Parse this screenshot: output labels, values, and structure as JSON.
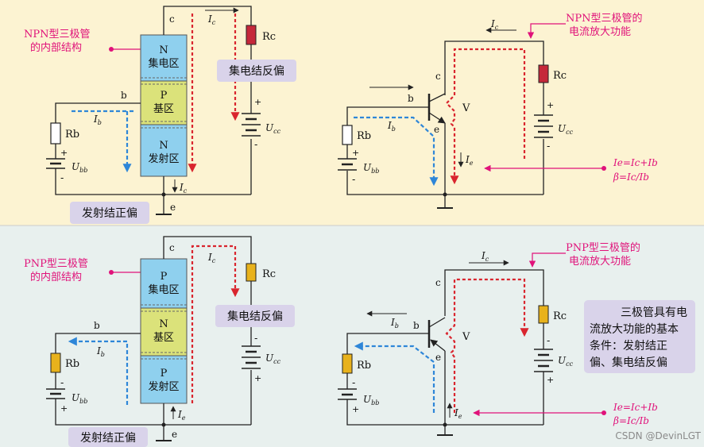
{
  "colors": {
    "top_bg": "#fcf3d2",
    "bottom_bg": "#e8f0ee",
    "n_region": "#8fd0ee",
    "p_region": "#dbe27a",
    "rc_top": "#c5283a",
    "rc_bottom": "#e8b21c",
    "annotation": "#e0127a",
    "current_dashed_blue": "#2e86d8",
    "current_dashed_red": "#d9252e",
    "label_box": "#d9d3ea",
    "wire": "#222222"
  },
  "npn": {
    "title_line1": "NPN型三极管",
    "title_line2": "的内部结构",
    "region_c_type": "N",
    "region_c_name": "集电区",
    "region_b_type": "P",
    "region_b_name": "基区",
    "region_e_type": "N",
    "region_e_name": "发射区",
    "label_c": "c",
    "label_b": "b",
    "label_e": "e",
    "ic": "I",
    "ic_sub": "c",
    "ib": "I",
    "ib_sub": "b",
    "rc": "Rc",
    "rb": "Rb",
    "ucc": "U",
    "ucc_sub": "cc",
    "ubb": "U",
    "ubb_sub": "bb",
    "reverse_bias": "集电结反偏",
    "forward_bias": "发射结正偏",
    "plus": "+",
    "minus": "-"
  },
  "npn_amp": {
    "title_line1": "NPN型三极管的",
    "title_line2": "电流放大功能",
    "label_c": "c",
    "label_b": "b",
    "label_e": "e",
    "label_v": "V",
    "ic": "I",
    "ic_sub": "c",
    "ib": "I",
    "ib_sub": "b",
    "ie": "I",
    "ie_sub": "e",
    "rc": "Rc",
    "rb": "Rb",
    "ucc": "U",
    "ucc_sub": "cc",
    "ubb": "U",
    "ubb_sub": "bb",
    "formula1": "Ie=Ic+Ib",
    "formula2": "β=Ic/Ib",
    "plus": "+",
    "minus": "-"
  },
  "pnp": {
    "title_line1": "PNP型三极管",
    "title_line2": "的内部结构",
    "region_c_type": "P",
    "region_c_name": "集电区",
    "region_b_type": "N",
    "region_b_name": "基区",
    "region_e_type": "P",
    "region_e_name": "发射区",
    "label_c": "c",
    "label_b": "b",
    "label_e": "e",
    "ic": "I",
    "ic_sub": "c",
    "ib": "I",
    "ib_sub": "b",
    "ie": "I",
    "ie_sub": "e",
    "rc": "Rc",
    "rb": "Rb",
    "ucc": "U",
    "ucc_sub": "cc",
    "ubb": "U",
    "ubb_sub": "bb",
    "reverse_bias": "集电结反偏",
    "forward_bias": "发射结正偏",
    "plus": "+",
    "minus": "-"
  },
  "pnp_amp": {
    "title_line1": "PNP型三极管的",
    "title_line2": "电流放大功能",
    "label_c": "c",
    "label_b": "b",
    "label_e": "e",
    "label_v": "V",
    "ic": "I",
    "ic_sub": "c",
    "ib": "I",
    "ib_sub": "b",
    "ie": "I",
    "ie_sub": "e",
    "rc": "Rc",
    "rb": "Rb",
    "ucc": "U",
    "ucc_sub": "cc",
    "ubb": "U",
    "ubb_sub": "bb",
    "formula1": "Ie=Ic+Ib",
    "formula2": "β=Ic/Ib",
    "note_line1": "三极管具有电",
    "note_line2": "流放大功能的基本",
    "note_line3": "条件：发射结正",
    "note_line4": "偏、集电结反偏",
    "plus": "+",
    "minus": "-"
  },
  "watermark": "CSDN @DevinLGT"
}
